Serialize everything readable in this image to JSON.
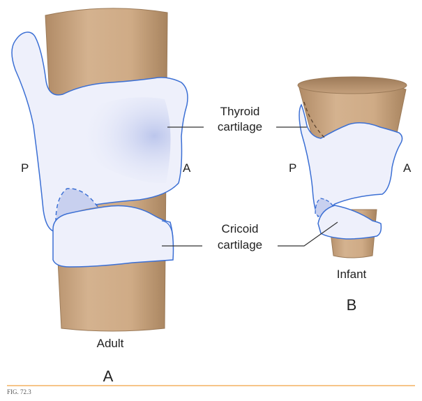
{
  "labels": {
    "thyroid_line1": "Thyroid",
    "thyroid_line2": "cartilage",
    "cricoid_line1": "Cricoid",
    "cricoid_line2": "cartilage",
    "adult_posterior": "P",
    "adult_anterior": "A",
    "infant_posterior": "P",
    "infant_anterior": "A",
    "adult_caption": "Adult",
    "adult_panel": "A",
    "infant_caption": "Infant",
    "infant_panel": "B",
    "figure_number": "FIG. 72.3"
  },
  "colors": {
    "trachea_tan": "#c9a683",
    "trachea_dark": "#a07e5c",
    "cartilage_fill": "#eef0fb",
    "cartilage_stroke": "#3b6fd4",
    "cartilage_shade": "#c8d0ef",
    "rule_orange": "#f0a040"
  }
}
